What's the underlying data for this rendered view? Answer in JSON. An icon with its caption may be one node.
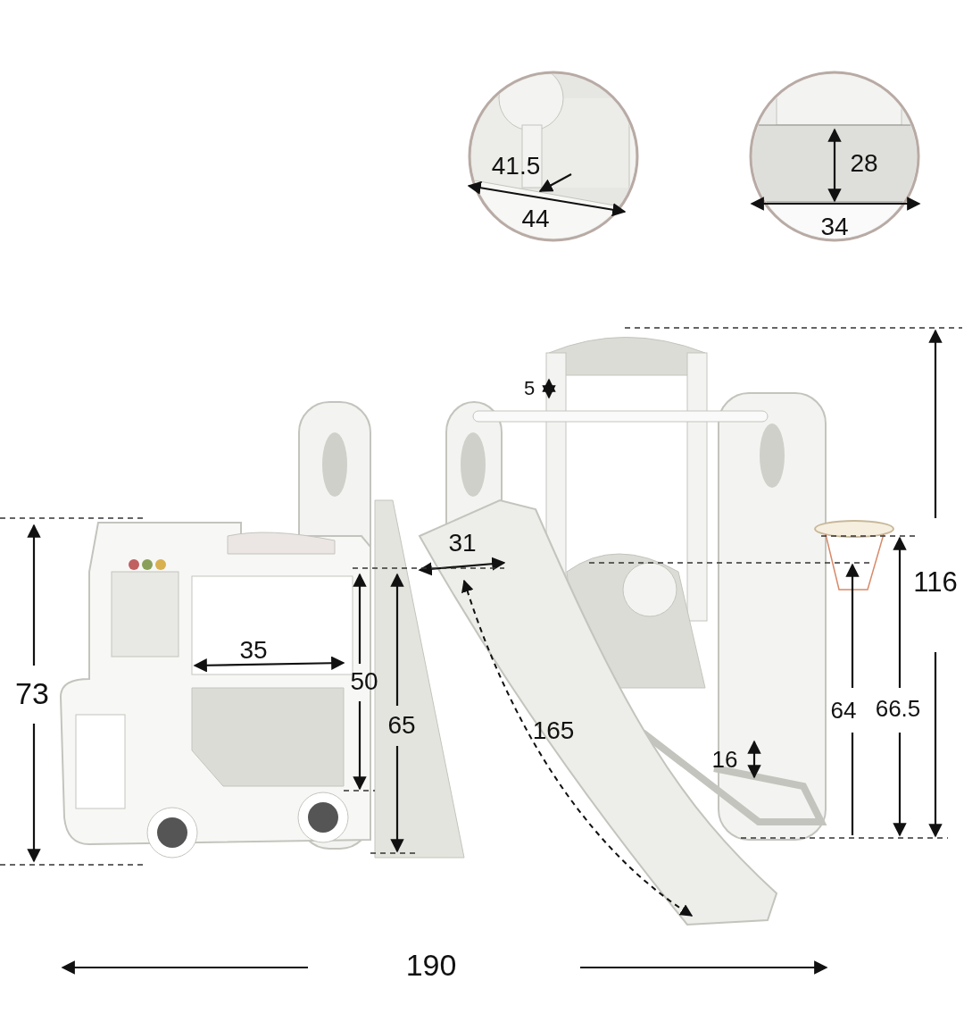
{
  "diagram": {
    "labels": [
      "41.5",
      "44",
      "28",
      "34",
      "5",
      "31",
      "116",
      "35",
      "73",
      "50",
      "65",
      "165",
      "64",
      "66.5",
      "16",
      "190"
    ]
  }
}
